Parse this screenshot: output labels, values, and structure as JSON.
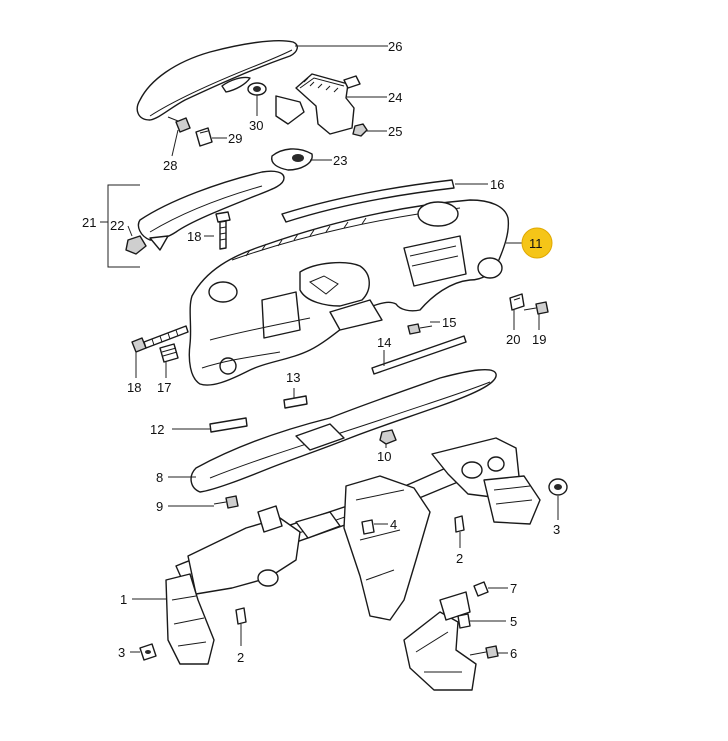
{
  "diagram": {
    "highlight_color": "#f5c518",
    "callouts": {
      "c1": "1",
      "c2a": "2",
      "c2b": "2",
      "c3a": "3",
      "c3b": "3",
      "c4": "4",
      "c5": "5",
      "c6": "6",
      "c7": "7",
      "c8": "8",
      "c9": "9",
      "c10": "10",
      "c11": "11",
      "c12": "12",
      "c13": "13",
      "c14": "14",
      "c15": "15",
      "c16": "16",
      "c17": "17",
      "c18a": "18",
      "c18b": "18",
      "c19": "19",
      "c20": "20",
      "c21": "21",
      "c22": "22",
      "c23": "23",
      "c24": "24",
      "c25": "25",
      "c26": "26",
      "c28": "28",
      "c29": "29",
      "c30": "30"
    }
  }
}
